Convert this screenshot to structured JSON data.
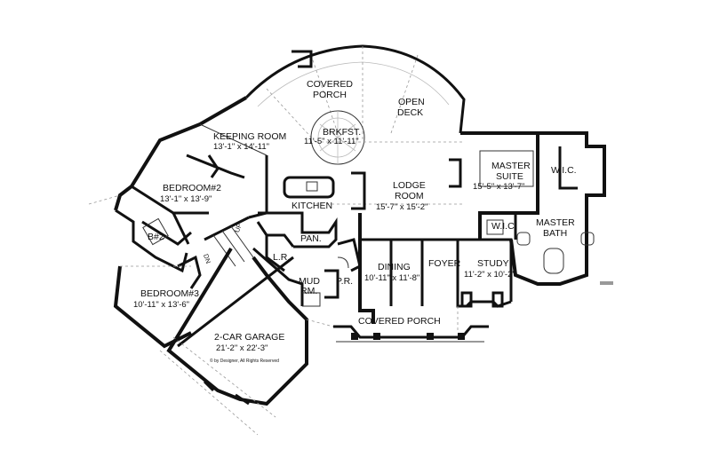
{
  "rooms": {
    "covered_porch_rear": {
      "name": "COVERED",
      "name2": "PORCH"
    },
    "open_deck": {
      "name": "OPEN",
      "name2": "DECK"
    },
    "keeping_room": {
      "name": "KEEPING ROOM",
      "dims": "13'-1\" x 14'-11\""
    },
    "breakfast": {
      "name": "BRKFST.",
      "dims": "11'-5\" x 11'-11\""
    },
    "master_suite": {
      "name": "MASTER",
      "name2": "SUITE",
      "dims": "15'-5\" x 13'-7\""
    },
    "wic_1": {
      "name": "W.I.C."
    },
    "bedroom_2": {
      "name": "BEDROOM#2",
      "dims": "13'-1\" x 13'-9\""
    },
    "kitchen": {
      "name": "KITCHEN"
    },
    "lodge_room": {
      "name": "LODGE",
      "name2": "ROOM",
      "dims": "15'-7\" x 15'-2\""
    },
    "wic_2": {
      "name": "W.I.C."
    },
    "master_bath": {
      "name": "MASTER",
      "name2": "BATH"
    },
    "bath_2": {
      "name": "B#2"
    },
    "pantry": {
      "name": "PAN."
    },
    "up": {
      "name": "UP"
    },
    "dn": {
      "name": "DN"
    },
    "laundry": {
      "name": "L.R."
    },
    "dining": {
      "name": "DINING",
      "dims": "10'-11\" x 11'-8\""
    },
    "foyer": {
      "name": "FOYER"
    },
    "study": {
      "name": "STUDY",
      "dims": "11'-2\" x 10'-2\""
    },
    "mud_room": {
      "name": "MUD",
      "name2": "RM."
    },
    "powder": {
      "name": "P.R."
    },
    "bedroom_3": {
      "name": "BEDROOM#3",
      "dims": "10'-11\" x 13'-6\""
    },
    "covered_porch_front": {
      "name": "COVERED PORCH"
    },
    "garage": {
      "name": "2-CAR GARAGE",
      "dims": "21'-2\" x 22'-3\""
    }
  },
  "copyright": "© by Designer, All Rights Reserved"
}
